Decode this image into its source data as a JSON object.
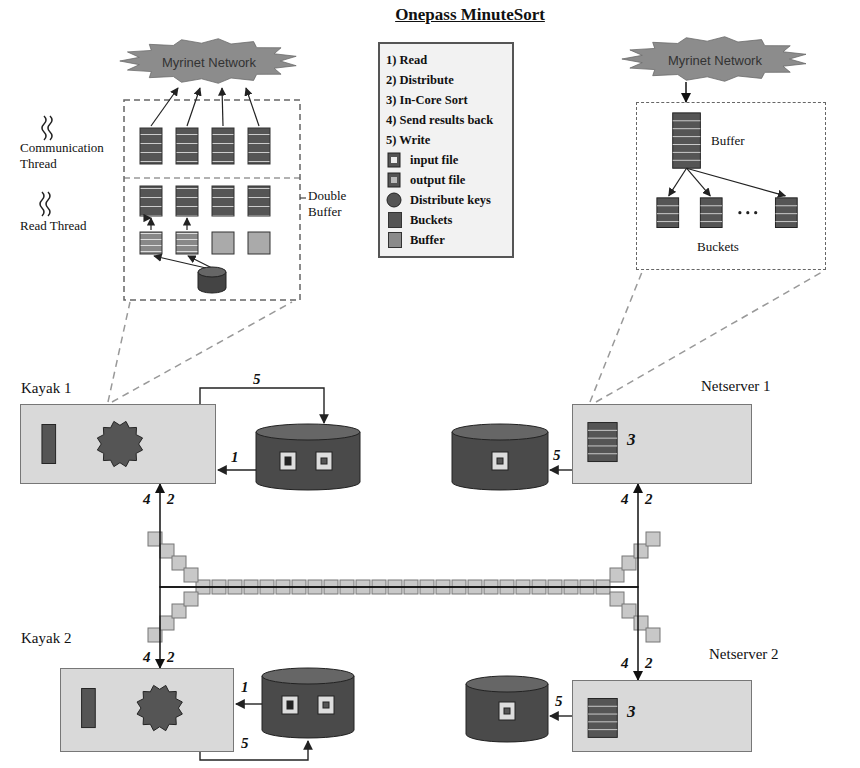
{
  "diagram": {
    "title": "Onepass MinuteSort",
    "nodes": [
      {
        "text": [
          "Myrinet Network"
        ]
      },
      {
        "text": [
          "Myrinet Network"
        ]
      },
      {
        "text": [
          "Buffer",
          "Buckets"
        ]
      },
      {
        "text": [
          "Kayak 1"
        ]
      },
      {
        "text": [
          "Netserver 1",
          "3"
        ]
      },
      {
        "text": [
          "Kayak 2"
        ]
      },
      {
        "text": [
          "Netserver 2",
          "3"
        ]
      }
    ],
    "edges": [
      {
        "from": 1,
        "to": 2,
        "arrow": "to"
      },
      {
        "from": 3,
        "to": 4,
        "arrow": "both"
      },
      {
        "from": 5,
        "to": 6,
        "arrow": "both"
      }
    ],
    "labels": [
      "Communication Thread",
      "Read Thread",
      "Double Buffer",
      "5",
      "4",
      "2",
      "1",
      "5",
      "4",
      "2",
      "4",
      "2",
      "1",
      "5",
      "5",
      "4",
      "2"
    ],
    "legend": [
      {
        "text": "1) Read"
      },
      {
        "text": "2) Distribute"
      },
      {
        "text": "3) In-Core Sort"
      },
      {
        "text": "4) Send results back"
      },
      {
        "text": "5) Write"
      },
      {
        "text": "input file"
      },
      {
        "text": "output file"
      },
      {
        "text": "Distribute keys"
      },
      {
        "text": "Buckets",
        "color": "#555555"
      },
      {
        "text": "Buffer",
        "color": "#8a8a8a"
      }
    ]
  }
}
